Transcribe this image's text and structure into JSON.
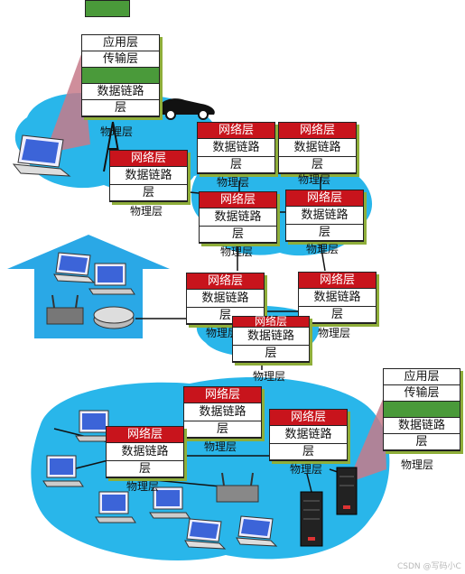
{
  "layers": {
    "app": "应用层",
    "transport": "传输层",
    "network": "网络层",
    "datalink": "数据链路",
    "layer_char": "层",
    "physical": "物理层"
  },
  "watermark": "CSDN @写码小C",
  "colors": {
    "cloud": "#29b6ea",
    "network_header": "#c8141c",
    "box_shadow": "#8fae3a",
    "legend_green": "#4a9a3a",
    "house": "#2aa8e6"
  }
}
